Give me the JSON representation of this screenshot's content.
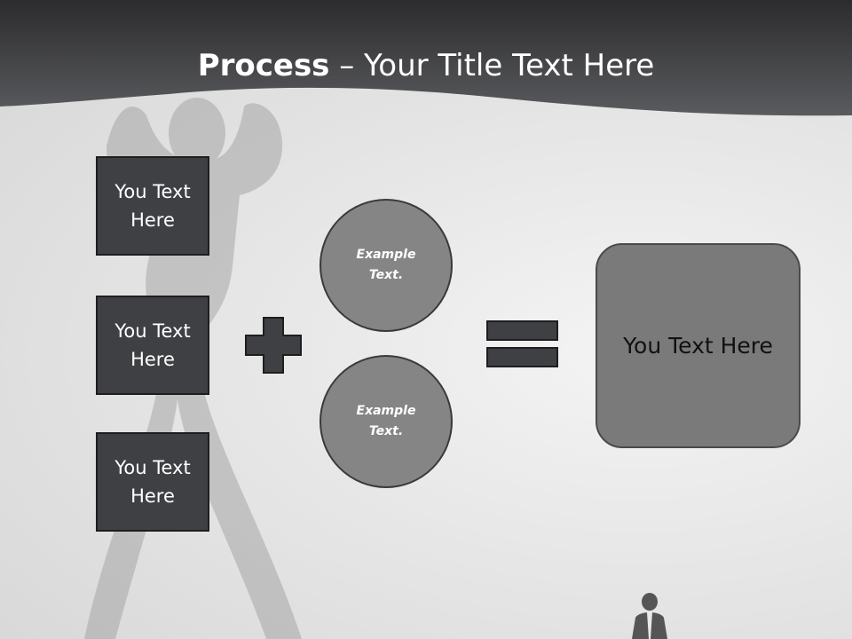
{
  "slide": {
    "title_bold": "Process",
    "title_rest": " – Your Title Text Here"
  },
  "inputs": [
    {
      "label": "You Text Here"
    },
    {
      "label": "You Text Here"
    },
    {
      "label": "You Text Here"
    }
  ],
  "circles": [
    {
      "label": "Example Text."
    },
    {
      "label": "Example Text."
    }
  ],
  "result": {
    "label": "You Text Here"
  },
  "operators": {
    "plus_icon": "plus-icon",
    "equals_icon": "equals-icon"
  },
  "colors": {
    "header": "#3a3a3c",
    "box_fill": "#3f4043",
    "circle_fill": "#858585",
    "result_fill": "#7a7a7a",
    "operator_fill": "#3f4043"
  }
}
